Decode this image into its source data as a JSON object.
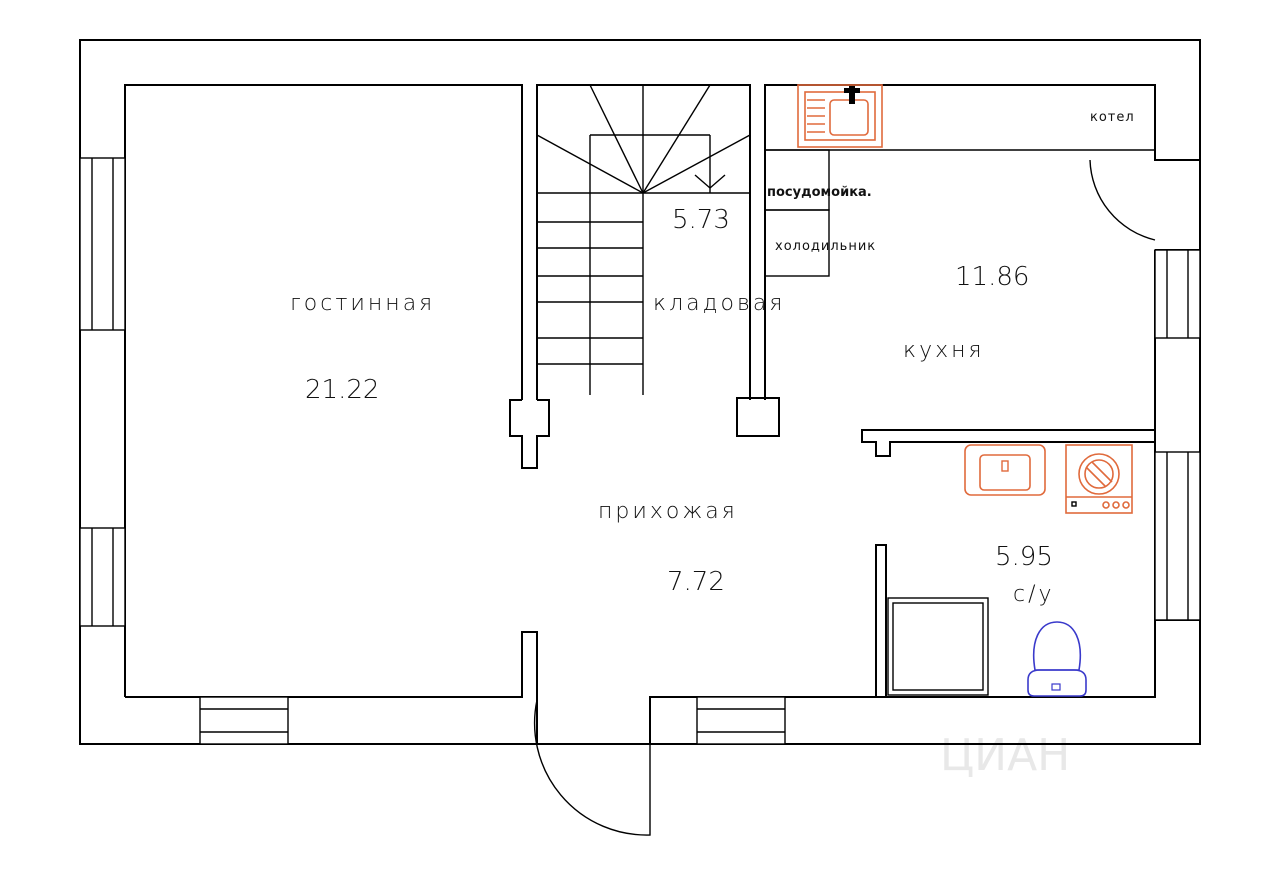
{
  "rooms": {
    "living": {
      "name": "гостинная",
      "area": "21.22"
    },
    "storage": {
      "name": "кладовая",
      "area": "5.73"
    },
    "kitchen": {
      "name": "кухня",
      "area": "11.86"
    },
    "hall": {
      "name": "прихожая",
      "area": "7.72"
    },
    "bathroom": {
      "name": "с/у",
      "area": "5.95"
    }
  },
  "fixtures": {
    "boiler": "котел",
    "dishwasher": "посудомойка.",
    "fridge": "холодильник"
  },
  "watermark": "ЦИАН",
  "colors": {
    "wall": "#000000",
    "fixture": "#e06a3c",
    "toilet": "#3a3acb"
  }
}
